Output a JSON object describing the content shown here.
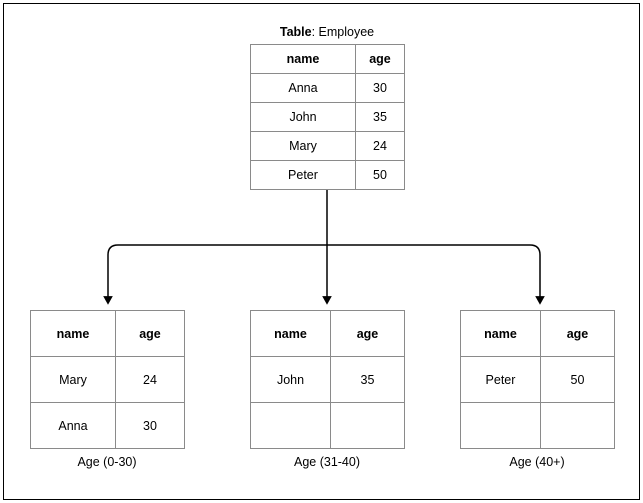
{
  "diagram": {
    "type": "table-partition-flow",
    "source": {
      "title_key": "Table",
      "title_value": ": Employee",
      "columns": [
        "name",
        "age"
      ],
      "rows": [
        [
          "Anna",
          "30"
        ],
        [
          "John",
          "35"
        ],
        [
          "Mary",
          "24"
        ],
        [
          "Peter",
          "50"
        ]
      ]
    },
    "partitions": [
      {
        "caption": "Age (0-30)",
        "columns": [
          "name",
          "age"
        ],
        "rows": [
          [
            "Mary",
            "24"
          ],
          [
            "Anna",
            "30"
          ]
        ]
      },
      {
        "caption": "Age (31-40)",
        "columns": [
          "name",
          "age"
        ],
        "rows": [
          [
            "John",
            "35"
          ],
          [
            "",
            ""
          ]
        ]
      },
      {
        "caption": "Age (40+)",
        "columns": [
          "name",
          "age"
        ],
        "rows": [
          [
            "Peter",
            "50"
          ],
          [
            "",
            ""
          ]
        ]
      }
    ],
    "colors": {
      "background": "#ffffff",
      "text": "#000000",
      "table_border": "#000000",
      "grid_line": "#8a8a8a",
      "connector": "#000000"
    }
  }
}
